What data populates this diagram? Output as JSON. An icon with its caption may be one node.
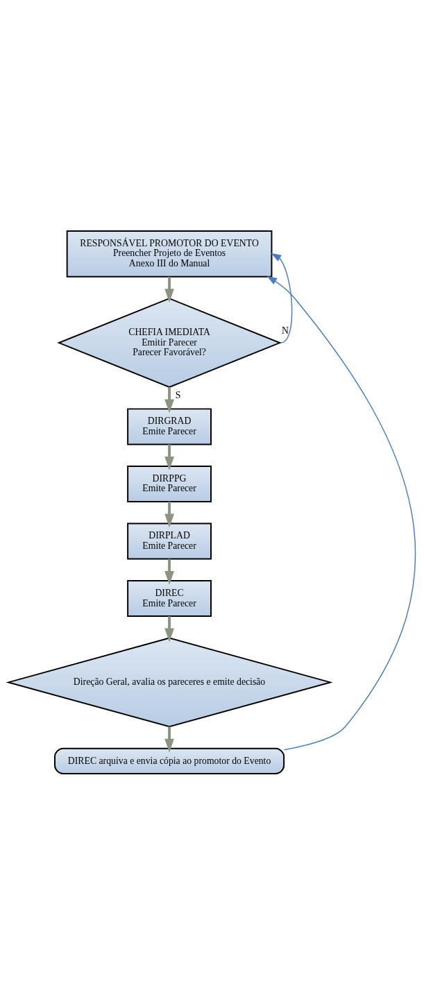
{
  "diagram": {
    "nodes": [
      {
        "text": [
          "RESPONSÁVEL PROMOTOR DO EVENTO",
          "Preencher Projeto de Eventos",
          "Anexo III do Manual"
        ]
      },
      {
        "text": [
          "CHEFIA IMEDIATA",
          "Emitir Parecer",
          "Parecer Favorável?"
        ]
      },
      {
        "text": [
          "DIRGRAD",
          "Emite Parecer"
        ]
      },
      {
        "text": [
          "DIRPPG",
          "Emite Parecer"
        ]
      },
      {
        "text": [
          "DIRPLAD",
          "Emite Parecer"
        ]
      },
      {
        "text": [
          "DIREC",
          "Emite Parecer"
        ]
      },
      {
        "text": [
          "Direção Geral, avalia os pareceres e emite decisão"
        ]
      },
      {
        "text": [
          "DIREC arquiva e envia cópia ao promotor do Evento"
        ]
      }
    ],
    "edges": [
      {
        "from": 0,
        "to": 1,
        "arrow": "to"
      },
      {
        "from": 1,
        "to": 2,
        "arrow": "to",
        "label": "S"
      },
      {
        "from": 2,
        "to": 3,
        "arrow": "to"
      },
      {
        "from": 3,
        "to": 4,
        "arrow": "to"
      },
      {
        "from": 4,
        "to": 5,
        "arrow": "to"
      },
      {
        "from": 5,
        "to": 6,
        "arrow": "to"
      },
      {
        "from": 6,
        "to": 7,
        "arrow": "to"
      },
      {
        "from": 7,
        "to": 0,
        "arrow": "to",
        "color": "#4a7ebb"
      },
      {
        "from": 1,
        "to": 0,
        "arrow": "to",
        "label": "N",
        "color": "#4a7ebb"
      }
    ]
  }
}
